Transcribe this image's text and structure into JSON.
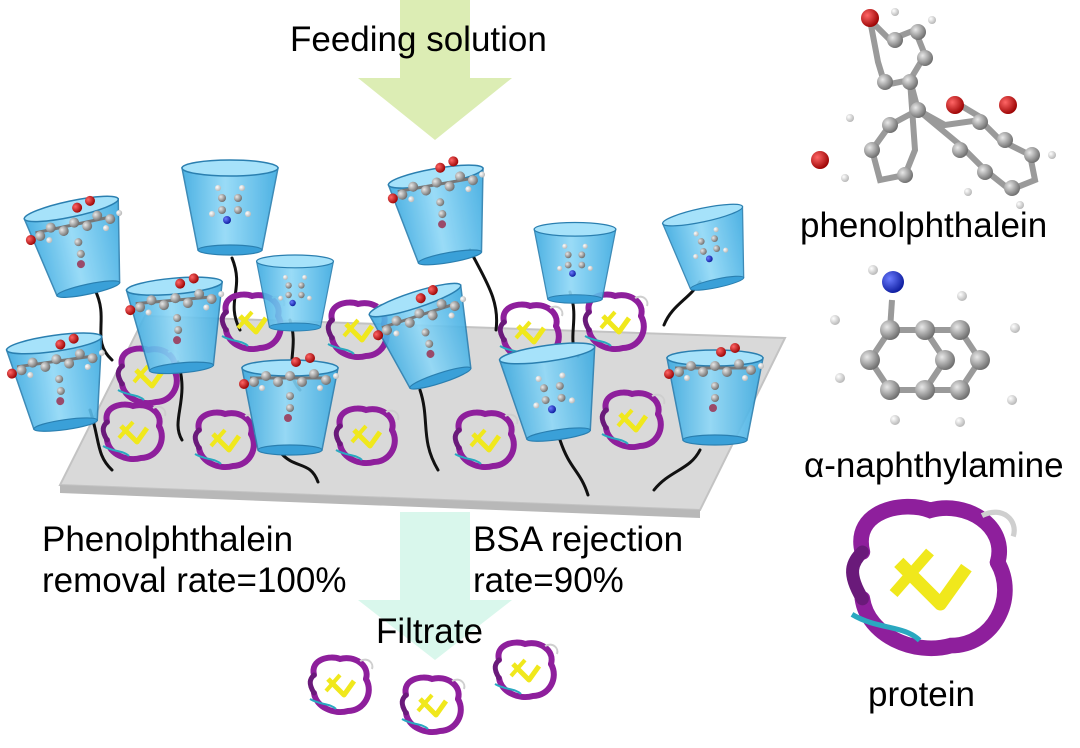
{
  "labels": {
    "feeding": "Feeding solution",
    "phenol_line1": "Phenolphthalein",
    "phenol_line2": "removal rate=100%",
    "bsa_line1": "BSA rejection",
    "bsa_line2": "rate=90%",
    "filtrate": "Filtrate",
    "legend_phenolphthalein": "phenolphthalein",
    "legend_naphthylamine": "α-naphthylamine",
    "legend_protein": "protein"
  },
  "colors": {
    "feed_arrow": "#dcedb4",
    "filtrate_arrow": "#d9f7ec",
    "membrane": "#d9d9d9",
    "cyclodextrin": "#6ec8f0",
    "protein_helix": "#8e1f9c",
    "protein_sheet": "#f0e81c",
    "oxygen": "#cc1111",
    "nitrogen": "#1c34c8",
    "carbon": "#8a8a8a",
    "hydrogen": "#e8e8e8"
  }
}
